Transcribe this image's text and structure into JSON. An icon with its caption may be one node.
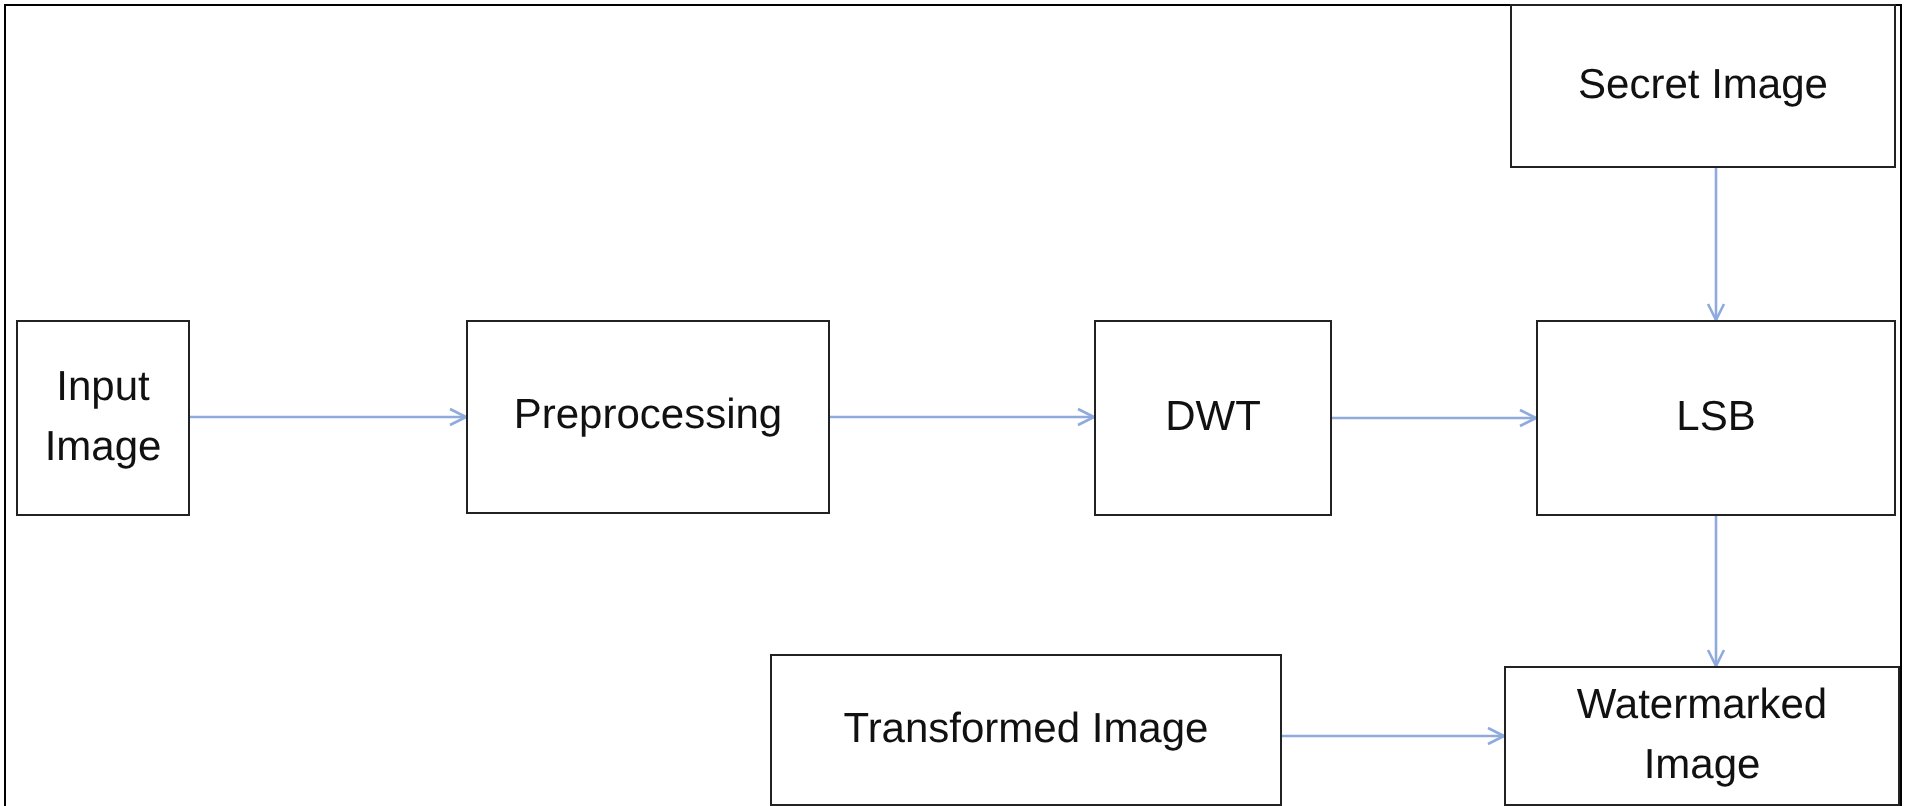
{
  "diagram": {
    "nodes": [
      {
        "text": [
          "Secret Image"
        ]
      },
      {
        "text": [
          "Input Image"
        ]
      },
      {
        "text": [
          "Preprocessing"
        ]
      },
      {
        "text": [
          "DWT"
        ]
      },
      {
        "text": [
          "LSB"
        ]
      },
      {
        "text": [
          "Transformed Image"
        ]
      },
      {
        "text": [
          "Watermarked Image"
        ]
      }
    ],
    "edges": [
      {
        "from": 1,
        "to": 2,
        "arrow": "to"
      },
      {
        "from": 2,
        "to": 3,
        "arrow": "to"
      },
      {
        "from": 3,
        "to": 4,
        "arrow": "to"
      },
      {
        "from": 0,
        "to": 4,
        "arrow": "to"
      },
      {
        "from": 4,
        "to": 6,
        "arrow": "to"
      },
      {
        "from": 5,
        "to": 6,
        "arrow": "to"
      }
    ]
  }
}
